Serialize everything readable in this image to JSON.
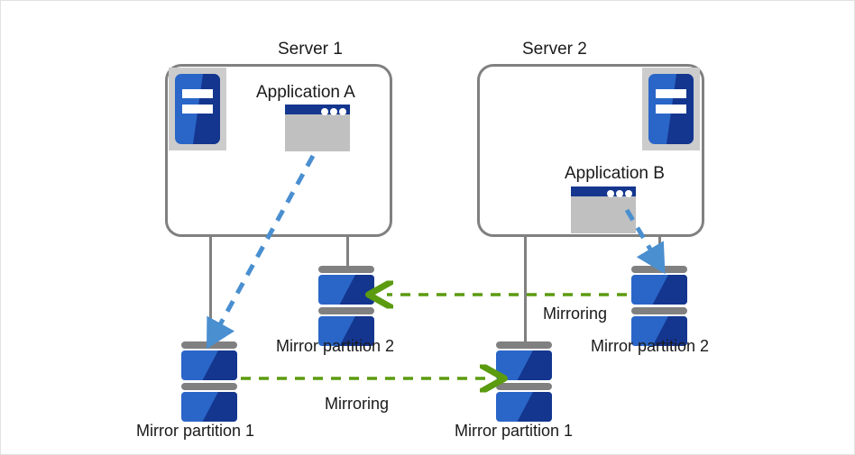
{
  "diagram": {
    "title": "Mirror partition mirroring between two servers",
    "colors": {
      "blue_light": "#2a66c8",
      "blue_dark": "#14368f",
      "gray_border": "#808080",
      "gray_body": "#c0c0c0",
      "green_arrow": "#5b9b0f",
      "blue_arrow": "#4a8fd0",
      "text": "#1a1a1a",
      "frame": "#e2e2e2"
    },
    "servers": [
      {
        "id": "server-1",
        "label": "Server 1",
        "application": {
          "label": "Application A",
          "icon": "application-window-icon"
        },
        "machine_icon": "server-machine-icon",
        "partitions": [
          {
            "label": "Mirror partition 1",
            "icon": "disk-icon"
          },
          {
            "label": "Mirror partition 2",
            "icon": "disk-icon"
          }
        ]
      },
      {
        "id": "server-2",
        "label": "Server 2",
        "application": {
          "label": "Application B",
          "icon": "application-window-icon"
        },
        "machine_icon": "server-machine-icon",
        "partitions": [
          {
            "label": "Mirror partition 1",
            "icon": "disk-icon"
          },
          {
            "label": "Mirror partition 2",
            "icon": "disk-icon"
          }
        ]
      }
    ],
    "mirroring": [
      {
        "id": "mirroring-lower",
        "label": "Mirroring",
        "direction": "right",
        "from": "Server 1 / Mirror partition 1",
        "to": "Server 2 / Mirror partition 1",
        "style": "dashed",
        "color": "#5b9b0f"
      },
      {
        "id": "mirroring-upper",
        "label": "Mirroring",
        "direction": "left",
        "from": "Server 2 / Mirror partition 2",
        "to": "Server 1 / Mirror partition 2",
        "style": "dashed",
        "color": "#5b9b0f"
      }
    ],
    "access_flows": [
      {
        "id": "access-a",
        "from": "Application A",
        "to": "Server 1 / Mirror partition 1",
        "style": "dashed",
        "color": "#4a8fd0"
      },
      {
        "id": "access-b",
        "from": "Application B",
        "to": "Server 2 / Mirror partition 2",
        "style": "dashed",
        "color": "#4a8fd0"
      }
    ]
  }
}
